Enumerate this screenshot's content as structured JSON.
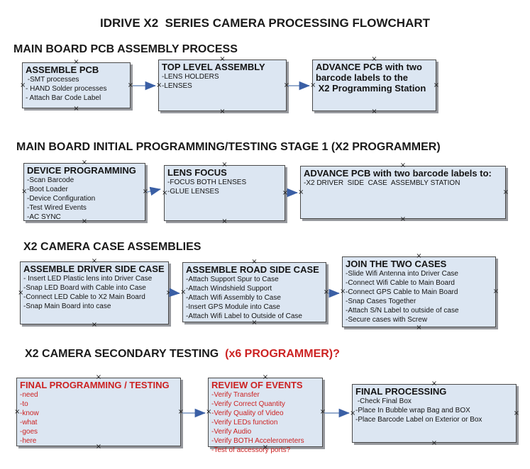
{
  "title": "IDRIVE X2  SERIES CAMERA PROCESSING FLOWCHART",
  "colors": {
    "red": "#cc2222",
    "box_fill": "#dce6f2",
    "box_border": "#4a4a4a",
    "shadow": "#97999e",
    "arrow_line": "#87a1c6",
    "arrow_head": "#3a5fa5"
  },
  "icons": {
    "handle_glyph": "×",
    "arrow_head_icon": "right-arrowhead"
  },
  "sections": [
    {
      "heading": "MAIN BOARD PCB ASSEMBLY PROCESS",
      "boxes": [
        {
          "title": "ASSEMBLE PCB",
          "items": [
            " -SMT processes",
            "- HAND Solder processes",
            "- Attach Bar Code Label"
          ]
        },
        {
          "title": "TOP LEVEL ASSEMBLY",
          "items": [
            "-LENS HOLDERS",
            "-LENSES"
          ]
        },
        {
          "title": "ADVANCE PCB with two\nbarcode labels to the\n X2 Programming Station",
          "items": []
        }
      ]
    },
    {
      "heading": "MAIN BOARD INITIAL PROGRAMMING/TESTING STAGE 1 (X2 PROGRAMMER)",
      "boxes": [
        {
          "title": "DEVICE PROGRAMMING",
          "items": [
            "-Scan Barcode",
            "-Boot Loader",
            "-Device Configuration",
            "-Test Wired Events",
            "-AC SYNC"
          ]
        },
        {
          "title": "LENS FOCUS",
          "items": [
            "-FOCUS BOTH LENSES",
            "-GLUE LENSES"
          ]
        },
        {
          "title": "ADVANCE PCB with two barcode labels to:",
          "items": [
            "-X2 DRIVER  SIDE  CASE  ASSEMBLY STATION"
          ]
        }
      ]
    },
    {
      "heading": "X2 CAMERA CASE ASSEMBLIES",
      "boxes": [
        {
          "title": "ASSEMBLE DRIVER SIDE CASE",
          "items": [
            "- Insert LED Plastic lens into Driver Case",
            "-Snap LED Board with Cable into Case",
            "-Connect LED Cable to X2 Main Board",
            "-Snap Main Board into case"
          ]
        },
        {
          "title": "ASSEMBLE ROAD SIDE CASE",
          "items": [
            "-Attach Support Spur to Case",
            "-Attach Windshield Support",
            "-Attach Wifi Assembly to Case",
            "-Insert GPS Module into Case",
            "-Attach Wifi Label to Outside of Case"
          ]
        },
        {
          "title": "JOIN THE TWO CASES",
          "items": [
            "-Slide Wifi Antenna into Driver Case",
            "-Connect Wifi Cable to Main Board",
            "-Connect GPS Cable to Main Board",
            "-Snap Cases Together",
            "-Attach S/N Label to outside of case",
            "-Secure cases with Screw"
          ]
        }
      ]
    },
    {
      "heading": "X2 CAMERA SECONDARY TESTING",
      "heading_red": "  (x6 PROGRAMMER)?",
      "boxes": [
        {
          "title": "FINAL PROGRAMMING / TESTING",
          "items": [
            "-need",
            "-to",
            "-know",
            "-what",
            "-goes",
            "-here"
          ]
        },
        {
          "title": "REVIEW OF EVENTS",
          "items": [
            "-Verify Transfer",
            "-Verify Correct Quantity",
            "-Verify Quality of Video",
            "-Verify LEDs function",
            "-Verify Audio",
            "-Verify BOTH Accelerometers",
            "-Test of accessory ports?"
          ]
        },
        {
          "title": "FINAL PROCESSING",
          "items": [
            " -Check Final Box",
            "-Place In Bubble wrap Bag and BOX",
            "-Place Barcode Label on Exterior or Box"
          ]
        }
      ]
    }
  ]
}
